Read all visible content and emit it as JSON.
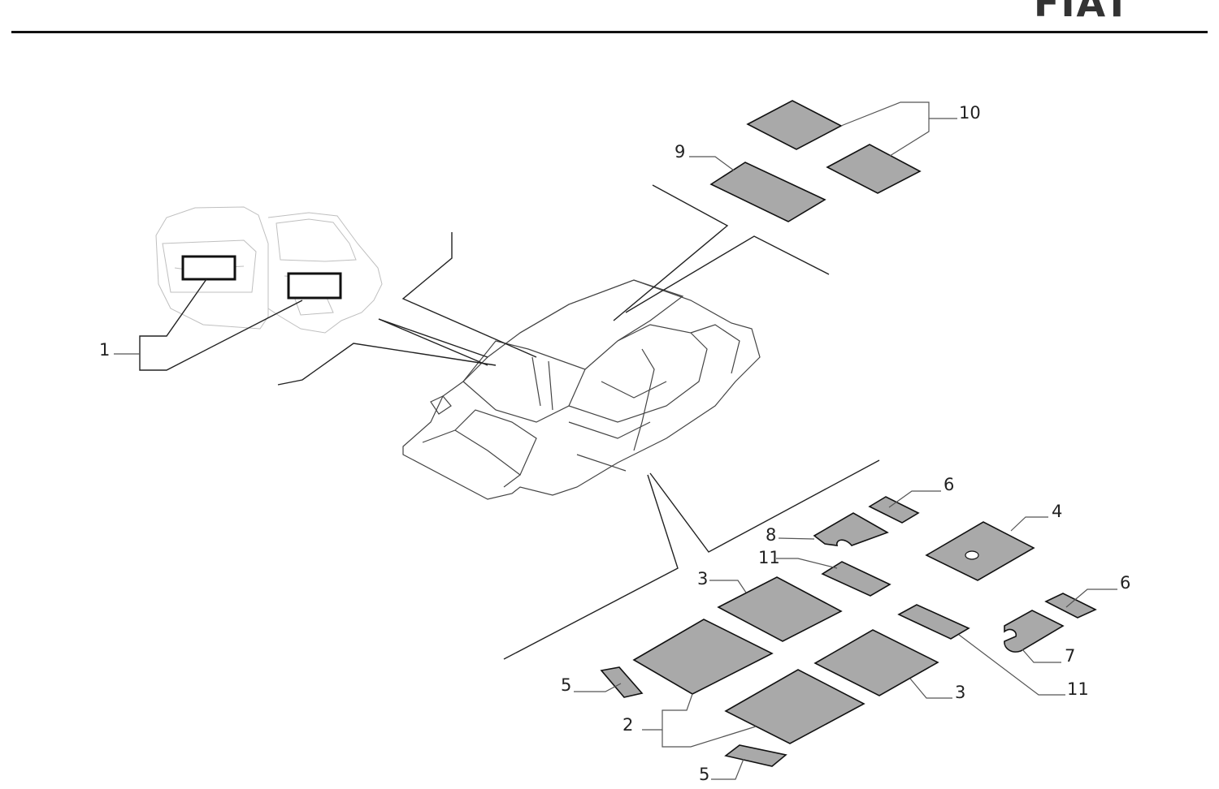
{
  "header": {
    "brand": "FIAT"
  },
  "callouts": {
    "c1": "1",
    "c2": "2",
    "c3a": "3",
    "c3b": "3",
    "c4": "4",
    "c5a": "5",
    "c5b": "5",
    "c6a": "6",
    "c6b": "6",
    "c7": "7",
    "c8": "8",
    "c9": "9",
    "c10": "10",
    "c11a": "11",
    "c11b": "11"
  },
  "colors": {
    "pad_fill": "#a9a9a9",
    "line": "#111111",
    "background": "#ffffff"
  }
}
